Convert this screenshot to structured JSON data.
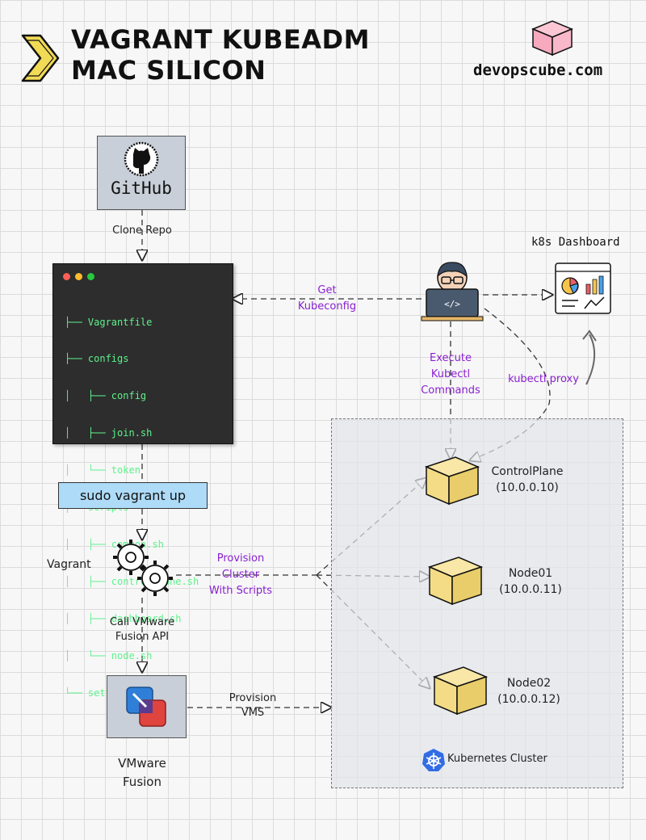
{
  "header": {
    "title_line1": "Vagrant Kubeadm",
    "title_line2": "Mac Silicon",
    "brand": "devopscube.com"
  },
  "github": {
    "logo_text": "GitHub",
    "clone_label": "Clone Repo"
  },
  "repo_tree": [
    "├── Vagrantfile",
    "├── configs",
    "│   ├── config",
    "│   ├── join.sh",
    "│   └── token",
    "├── scripts",
    "│   ├── common.sh",
    "│   ├── controlplane.sh",
    "│   ├── dashboard.sh",
    "│   └── node.sh",
    "└── settings.yaml"
  ],
  "user": {
    "get_kubeconfig_1": "Get",
    "get_kubeconfig_2": "Kubeconfig",
    "exec_1": "Execute",
    "exec_2": "Kubectl",
    "exec_3": "Commands",
    "proxy": "kubectl proxy"
  },
  "dashboard": {
    "label": "k8s Dashboard"
  },
  "vagrant": {
    "command": "sudo vagrant up",
    "label": "Vagrant",
    "provision_1": "Provision",
    "provision_2": "Cluster",
    "provision_3": "With Scripts",
    "call_1": "Call VMware",
    "call_2": "Fusion API"
  },
  "vmware": {
    "label_1": "VMware",
    "label_2": "Fusion",
    "provision_1": "Provision",
    "provision_2": "VMS"
  },
  "cluster": {
    "label": "Kubernetes Cluster",
    "nodes": [
      {
        "name": "ControlPlane",
        "ip": "(10.0.0.10)"
      },
      {
        "name": "Node01",
        "ip": "(10.0.0.11)"
      },
      {
        "name": "Node02",
        "ip": "(10.0.0.12)"
      }
    ]
  },
  "colors": {
    "accent_purple": "#8a1fd1",
    "terminal_green": "#5ef28c",
    "command_blue": "#aedbf7",
    "cube_yellow": "#f3dc85"
  }
}
